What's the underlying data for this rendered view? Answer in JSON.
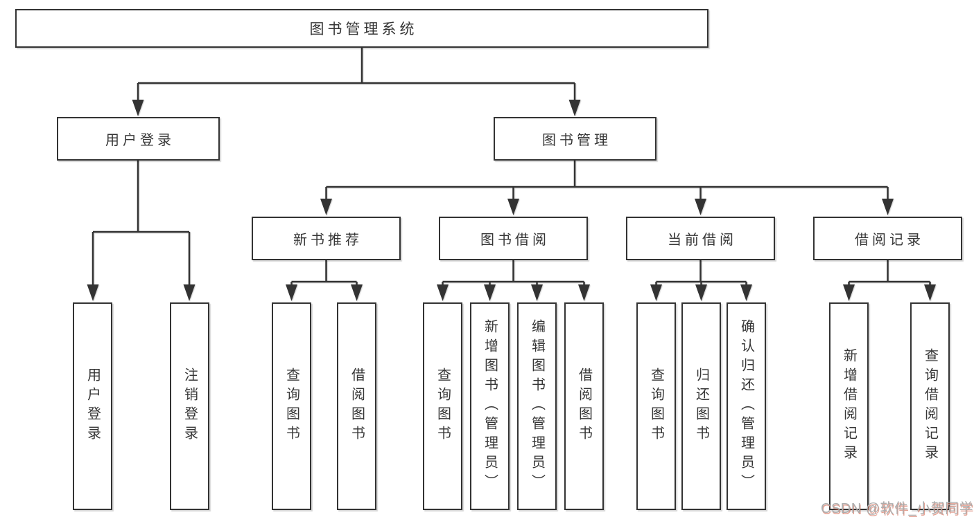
{
  "diagram": {
    "type": "hierarchy-tree",
    "nodes": {
      "root": "图书管理系统",
      "user_login": "用户登录",
      "book_management": "图书管理",
      "new_book_recommend": "新书推荐",
      "book_borrow": "图书借阅",
      "current_borrow": "当前借阅",
      "borrow_records": "借阅记录",
      "leaf_user_login": "用户登录",
      "leaf_logout": "注销登录",
      "leaf_query_books_recommend": "查询图书",
      "leaf_borrow_books_recommend": "借阅图书",
      "leaf_query_books_borrow": "查询图书",
      "leaf_add_book_admin": "新增图书（管理员）",
      "leaf_edit_book_admin": "编辑图书（管理员）",
      "leaf_borrow_books_borrow": "借阅图书",
      "leaf_query_books_current": "查询图书",
      "leaf_return_books": "归还图书",
      "leaf_confirm_return_admin": "确认归还（管理员）",
      "leaf_add_borrow_record": "新增借阅记录",
      "leaf_query_borrow_record": "查询借阅记录"
    },
    "colors": {
      "line": "#333333",
      "text": "#363636",
      "background": "#ffffff",
      "watermark": "#adadad"
    }
  },
  "watermark": {
    "text": "CSDN @软件_小贺同学"
  }
}
